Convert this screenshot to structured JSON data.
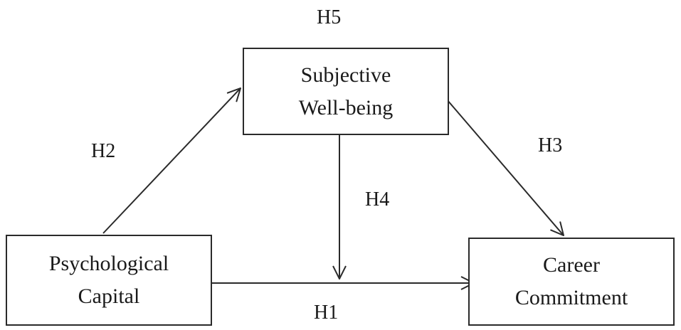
{
  "nodes": {
    "subjective_well_being": {
      "line1": "Subjective",
      "line2": "Well-being"
    },
    "psychological_capital": {
      "line1": "Psychological",
      "line2": "Capital"
    },
    "career_commitment": {
      "line1": "Career",
      "line2": "Commitment"
    }
  },
  "hypotheses": {
    "h1": "H1",
    "h2": "H2",
    "h3": "H3",
    "h4": "H4",
    "h5": "H5"
  },
  "colors": {
    "line": "#2a2a2a",
    "background": "#ffffff"
  }
}
